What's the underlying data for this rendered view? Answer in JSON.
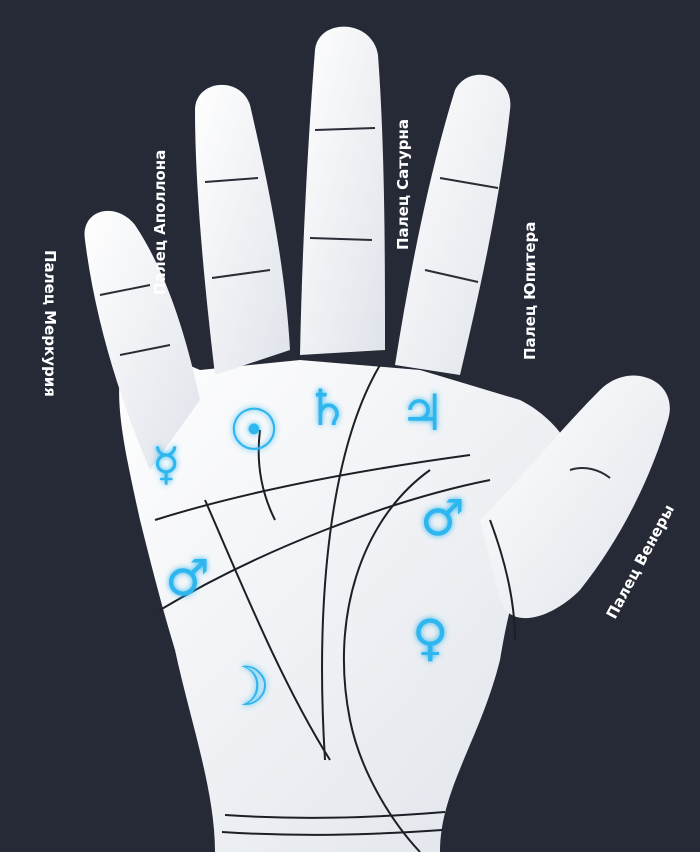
{
  "diagram": {
    "labels": {
      "mercury_finger": "Палец Меркурия",
      "apollo_finger": "Палец Аполлона",
      "saturn_finger": "Палец Сатурна",
      "jupiter_finger": "Палец Юпитера",
      "venus_finger": "Палец Венеры"
    },
    "planet_symbols": {
      "mercury": "☿",
      "sun": "☉",
      "saturn": "♄",
      "jupiter": "♃",
      "mars_upper": "♂",
      "mars_lower": "♂",
      "venus": "♀",
      "moon": "☽"
    },
    "colors": {
      "background": "#262a37",
      "hand": "#f2f4f7",
      "symbols": "#2fb6ef",
      "lines": "#1d1f26"
    }
  }
}
